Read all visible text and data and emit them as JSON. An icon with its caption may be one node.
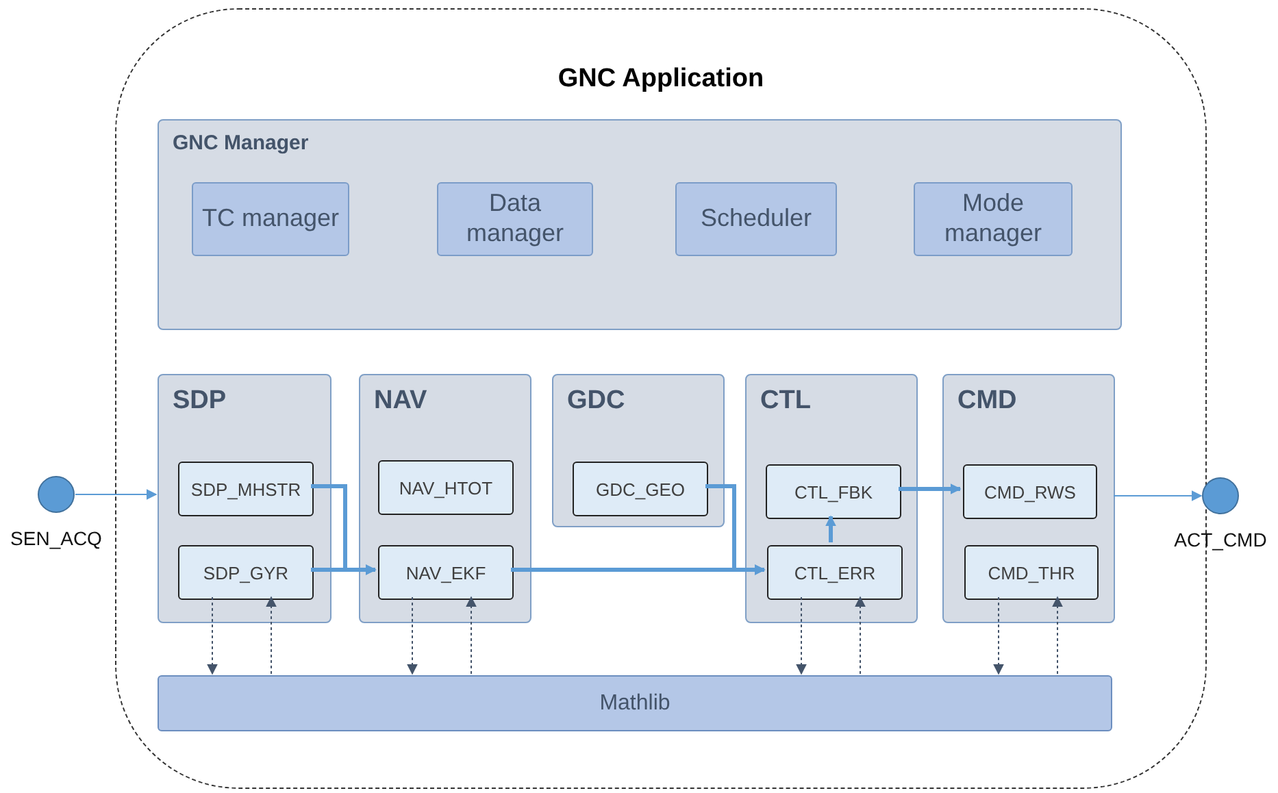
{
  "diagram": {
    "nodes": [
      {
        "text": [
          "GNC Application"
        ]
      },
      {
        "text": [
          "GNC Manager"
        ],
        "in": 0
      },
      {
        "text": [
          "TC manager"
        ],
        "in": 1
      },
      {
        "text": [
          "Data manager"
        ],
        "in": 1
      },
      {
        "text": [
          "Scheduler"
        ],
        "in": 1
      },
      {
        "text": [
          "Mode manager"
        ],
        "in": 1
      },
      {
        "text": [
          "SDP"
        ],
        "in": 0
      },
      {
        "text": [
          "SDP_MHSTR"
        ],
        "in": 6
      },
      {
        "text": [
          "SDP_GYR"
        ],
        "in": 6
      },
      {
        "text": [
          "NAV"
        ],
        "in": 0
      },
      {
        "text": [
          "NAV_HTOT"
        ],
        "in": 9
      },
      {
        "text": [
          "NAV_EKF"
        ],
        "in": 9
      },
      {
        "text": [
          "GDC"
        ],
        "in": 0
      },
      {
        "text": [
          "GDC_GEO"
        ],
        "in": 12
      },
      {
        "text": [
          "CTL"
        ],
        "in": 0
      },
      {
        "text": [
          "CTL_FBK"
        ],
        "in": 14
      },
      {
        "text": [
          "CTL_ERR"
        ],
        "in": 14
      },
      {
        "text": [
          "CMD"
        ],
        "in": 0
      },
      {
        "text": [
          "CMD_RWS"
        ],
        "in": 17
      },
      {
        "text": [
          "CMD_THR"
        ],
        "in": 17
      },
      {
        "text": [
          "Mathlib"
        ],
        "in": 0
      },
      {
        "text": [
          "SEN_ACQ"
        ]
      },
      {
        "text": [
          "ACT_CMD"
        ]
      }
    ],
    "edges": [
      {
        "from": 21,
        "to": 6,
        "arrow": "to"
      },
      {
        "from": 7,
        "to": 11,
        "arrow": "to",
        "style": "thick"
      },
      {
        "from": 8,
        "to": 11,
        "arrow": "to",
        "style": "thick"
      },
      {
        "from": 11,
        "to": 16,
        "arrow": "to",
        "style": "thick"
      },
      {
        "from": 13,
        "to": 16,
        "arrow": "to",
        "style": "thick"
      },
      {
        "from": 16,
        "to": 15,
        "arrow": "to",
        "style": "thick"
      },
      {
        "from": 15,
        "to": 18,
        "arrow": "to",
        "style": "thick"
      },
      {
        "from": 17,
        "to": 22,
        "arrow": "to"
      },
      {
        "from": 8,
        "to": 20,
        "arrow": "to",
        "style": "dashed",
        "color": "#44546a"
      },
      {
        "from": 20,
        "to": 8,
        "arrow": "to",
        "style": "dashed",
        "color": "#44546a"
      },
      {
        "from": 11,
        "to": 20,
        "arrow": "to",
        "style": "dashed",
        "color": "#44546a"
      },
      {
        "from": 20,
        "to": 11,
        "arrow": "to",
        "style": "dashed",
        "color": "#44546a"
      },
      {
        "from": 16,
        "to": 20,
        "arrow": "to",
        "style": "dashed",
        "color": "#44546a"
      },
      {
        "from": 20,
        "to": 16,
        "arrow": "to",
        "style": "dashed",
        "color": "#44546a"
      },
      {
        "from": 19,
        "to": 20,
        "arrow": "to",
        "style": "dashed",
        "color": "#44546a"
      },
      {
        "from": 20,
        "to": 19,
        "arrow": "to",
        "style": "dashed",
        "color": "#44546a"
      }
    ]
  }
}
